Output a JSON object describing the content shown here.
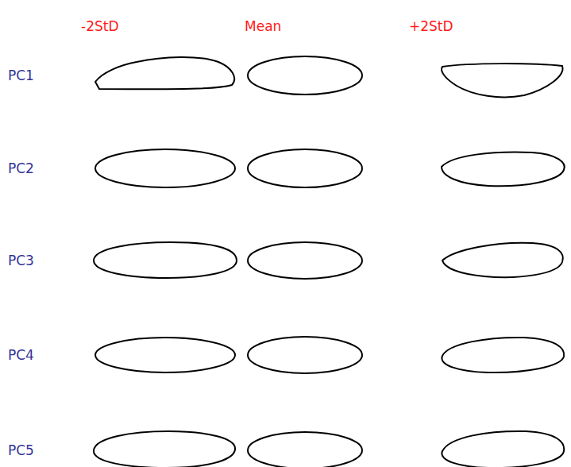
{
  "diagram": {
    "labels": [
      "-2StD",
      "Mean",
      "+2StD",
      "PC1",
      "PC2",
      "PC3",
      "PC4",
      "PC5"
    ]
  }
}
